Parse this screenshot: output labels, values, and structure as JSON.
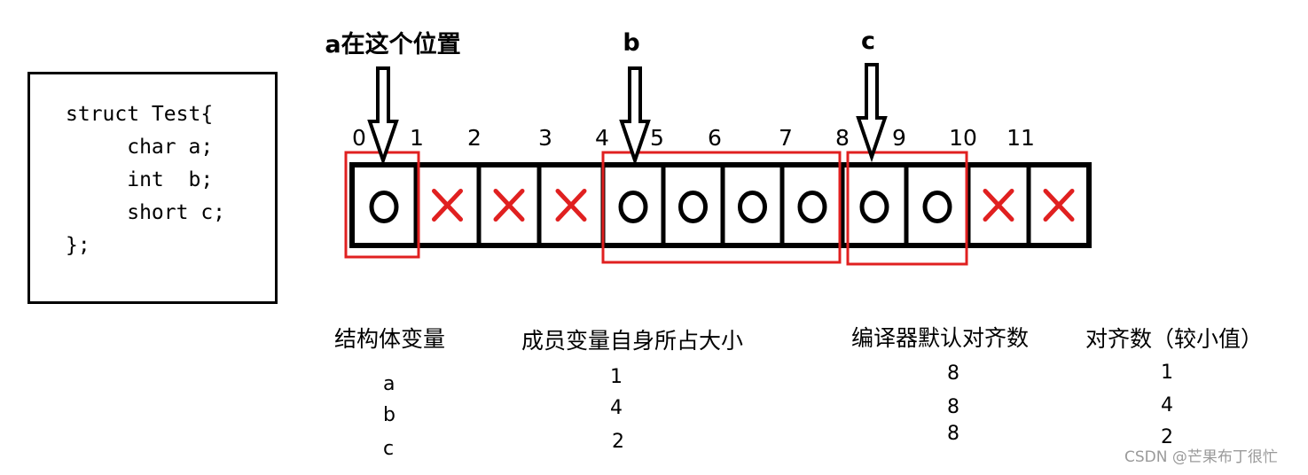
{
  "code": [
    "struct Test{",
    "     char a;",
    "     int  b;",
    "     short c;",
    "};"
  ],
  "pointers": [
    {
      "label": "a在这个位置",
      "slot": 0
    },
    {
      "label": "b",
      "slot": 4
    },
    {
      "label": "c",
      "slot": 8
    }
  ],
  "indices": [
    "0",
    "1",
    "2",
    "3",
    "4",
    "5",
    "6",
    "7",
    "8",
    "9",
    "10",
    "11"
  ],
  "cells": [
    "O",
    "X",
    "X",
    "X",
    "O",
    "O",
    "O",
    "O",
    "O",
    "O",
    "X",
    "X"
  ],
  "colors": {
    "line": "#000000",
    "highlight": "#e02020",
    "cross": "#e02020",
    "watermark": "#9a9a9a"
  },
  "table": {
    "headers": [
      "结构体变量",
      "成员变量自身所占大小",
      "编译器默认对齐数",
      "对齐数（较小值）"
    ],
    "rows": [
      [
        "a",
        "1",
        "8",
        "1"
      ],
      [
        "b",
        "4",
        "8",
        "4"
      ],
      [
        "c",
        "2",
        "8",
        "2"
      ]
    ]
  },
  "watermark": "CSDN @芒果布丁很忙"
}
